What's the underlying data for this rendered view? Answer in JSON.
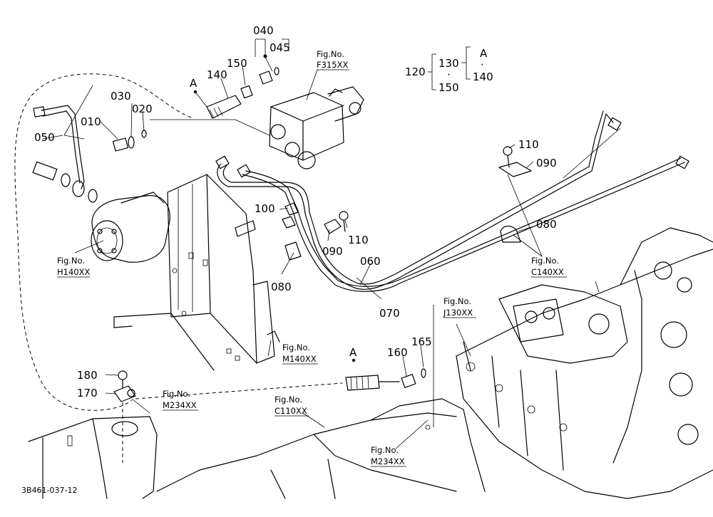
{
  "labels": {
    "p010": "010",
    "p020": "020",
    "p030": "030",
    "p040": "040",
    "p045": "045",
    "p050": "050",
    "p060": "060",
    "p070": "070",
    "p080a": "080",
    "p080b": "080",
    "p090a": "090",
    "p090b": "090",
    "p100": "100",
    "p110a": "110",
    "p110b": "110",
    "p120": "120",
    "p130": "130",
    "p140a": "140",
    "p140b": "140",
    "p150a": "150",
    "p150b": "150",
    "p160": "160",
    "p165": "165",
    "p170": "170",
    "p180": "180",
    "refA1": "A",
    "refA2": "A",
    "refA3": "A",
    "dot1": "·",
    "dot2": "·"
  },
  "fig_refs": {
    "fig_label": "Fig.No.",
    "f315": "F315XX",
    "h140": "H140XX",
    "c140": "C140XX",
    "j130": "J130XX",
    "m140": "M140XX",
    "m234a": "M234XX",
    "c110": "C110XX",
    "m234b": "M234XX"
  },
  "drawing_id": "3B461-037-12"
}
